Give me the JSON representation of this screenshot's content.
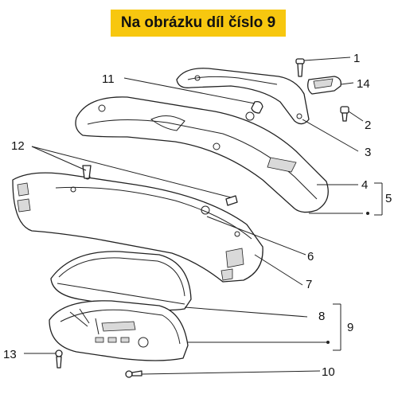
{
  "banner": {
    "text": "Na obrázku díl číslo 9",
    "bg_color": "#f7c70f"
  },
  "callouts": [
    "1",
    "2",
    "3",
    "4",
    "5",
    "6",
    "7",
    "8",
    "9",
    "10",
    "11",
    "12",
    "13",
    "14"
  ]
}
